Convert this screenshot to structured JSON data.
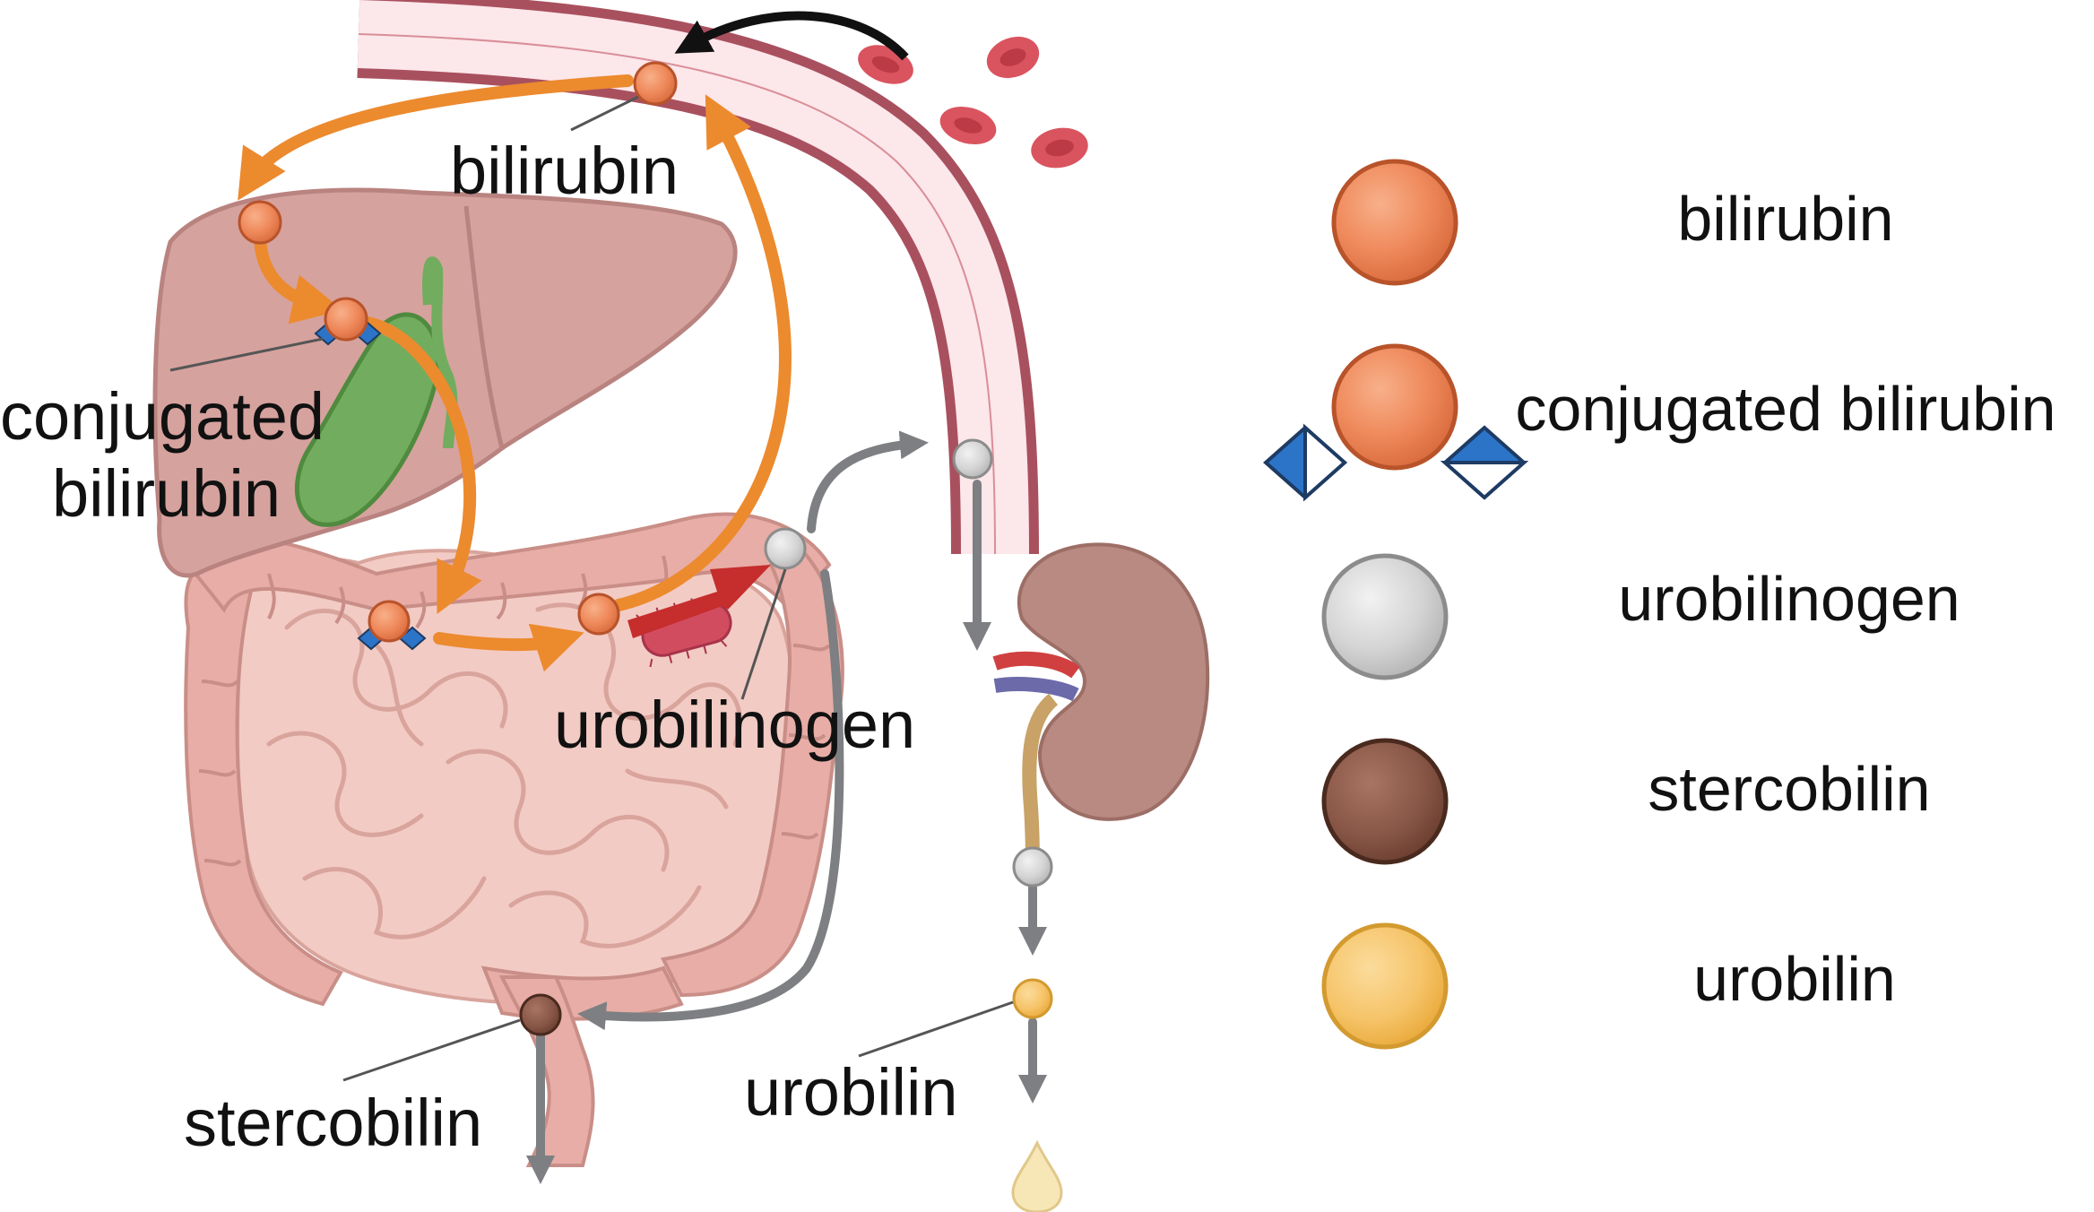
{
  "diagram": {
    "labels": {
      "bilirubin": "bilirubin",
      "conjugated_line1": "conjugated",
      "conjugated_line2": "bilirubin",
      "urobilinogen": "urobilinogen",
      "stercobilin": "stercobilin",
      "urobilin": "urobilin"
    }
  },
  "legend": {
    "items": [
      {
        "label": "bilirubin",
        "icon": "bilirubin-sphere-icon"
      },
      {
        "label": "conjugated bilirubin",
        "icon": "conjugated-bilirubin-icon"
      },
      {
        "label": "urobilinogen",
        "icon": "urobilinogen-sphere-icon"
      },
      {
        "label": "stercobilin",
        "icon": "stercobilin-sphere-icon"
      },
      {
        "label": "urobilin",
        "icon": "urobilin-sphere-icon"
      }
    ]
  },
  "colors": {
    "bilirubin": "#f0875a",
    "urobilinogen": "#d2d2d2",
    "stercobilin": "#8a5a48",
    "urobilin": "#f6c468",
    "orange_arrow": "#ec8a2e",
    "grey_arrow": "#7d7f82",
    "red_arrow": "#c62d2d",
    "vessel": "#b05864",
    "liver": "#d8a6a2",
    "intestine": "#efc3bc",
    "gallbladder": "#6fae5f",
    "kidney": "#b8867d"
  }
}
